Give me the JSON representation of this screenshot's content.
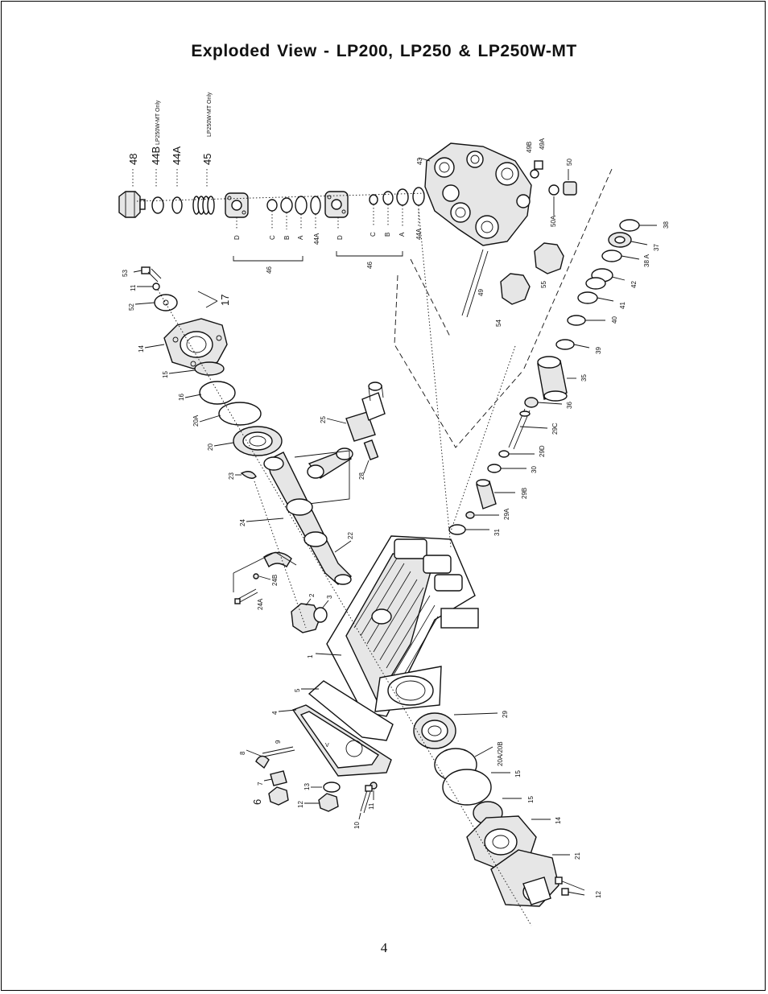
{
  "page": {
    "title": "Exploded View - LP200, LP250 & LP250W-MT",
    "page_number": "4"
  },
  "diagram": {
    "top_labels": {
      "part_48": "48",
      "part_44b": "44B",
      "part_44b_note": "LP250W-MT Only",
      "part_44a": "44A",
      "part_45": "45",
      "part_45_note": "LP250W-MT Only"
    },
    "valve_labels": {
      "d1": "D",
      "c1": "C",
      "b1": "B",
      "a1": "A",
      "a44_1": "44A",
      "d2": "D",
      "c2": "C",
      "b2": "B",
      "a2": "A",
      "a44_2": "44A",
      "group1": "46",
      "group2": "46"
    },
    "labels": [
      {
        "id": "p43",
        "text": "43"
      },
      {
        "id": "p49b",
        "text": "49B"
      },
      {
        "id": "p49a",
        "text": "49A"
      },
      {
        "id": "p50",
        "text": "50"
      },
      {
        "id": "p50a",
        "text": "50A"
      },
      {
        "id": "p55",
        "text": "55"
      },
      {
        "id": "p49",
        "text": "49"
      },
      {
        "id": "p54",
        "text": "54"
      },
      {
        "id": "p38",
        "text": "38"
      },
      {
        "id": "p37",
        "text": "37"
      },
      {
        "id": "p38a",
        "text": "38 A"
      },
      {
        "id": "p42",
        "text": "42"
      },
      {
        "id": "p41",
        "text": "41"
      },
      {
        "id": "p40",
        "text": "40"
      },
      {
        "id": "p39",
        "text": "39"
      },
      {
        "id": "p35",
        "text": "35"
      },
      {
        "id": "p36",
        "text": "36"
      },
      {
        "id": "p29c",
        "text": "29C"
      },
      {
        "id": "p29d",
        "text": "29D"
      },
      {
        "id": "p30",
        "text": "30"
      },
      {
        "id": "p29b",
        "text": "29B"
      },
      {
        "id": "p29a",
        "text": "29A"
      },
      {
        "id": "p31",
        "text": "31"
      },
      {
        "id": "p53",
        "text": "53"
      },
      {
        "id": "p11a",
        "text": "11"
      },
      {
        "id": "p52",
        "text": "52"
      },
      {
        "id": "p17",
        "text": "17"
      },
      {
        "id": "p14a",
        "text": "14"
      },
      {
        "id": "p15a",
        "text": "15"
      },
      {
        "id": "p16",
        "text": "16"
      },
      {
        "id": "p20a",
        "text": "20A"
      },
      {
        "id": "p20",
        "text": "20"
      },
      {
        "id": "p25",
        "text": "25"
      },
      {
        "id": "p28",
        "text": "28"
      },
      {
        "id": "p23",
        "text": "23"
      },
      {
        "id": "p24",
        "text": "24"
      },
      {
        "id": "p22",
        "text": "22"
      },
      {
        "id": "p24b",
        "text": "24B"
      },
      {
        "id": "p24a",
        "text": "24A"
      },
      {
        "id": "p2",
        "text": "2"
      },
      {
        "id": "p3",
        "text": "3"
      },
      {
        "id": "p1",
        "text": "1"
      },
      {
        "id": "p5",
        "text": "5"
      },
      {
        "id": "p4",
        "text": "4"
      },
      {
        "id": "p9",
        "text": "9"
      },
      {
        "id": "p8",
        "text": "8"
      },
      {
        "id": "p7",
        "text": "7"
      },
      {
        "id": "p6",
        "text": "6"
      },
      {
        "id": "p13",
        "text": "13"
      },
      {
        "id": "p12a",
        "text": "12"
      },
      {
        "id": "p11b",
        "text": "11"
      },
      {
        "id": "p10",
        "text": "10"
      },
      {
        "id": "p29",
        "text": "29"
      },
      {
        "id": "p20ab",
        "text": "20A/20B"
      },
      {
        "id": "p15b",
        "text": "15"
      },
      {
        "id": "p15c",
        "text": "15"
      },
      {
        "id": "p14b",
        "text": "14"
      },
      {
        "id": "p21",
        "text": "21"
      },
      {
        "id": "p12b",
        "text": "12"
      }
    ]
  }
}
